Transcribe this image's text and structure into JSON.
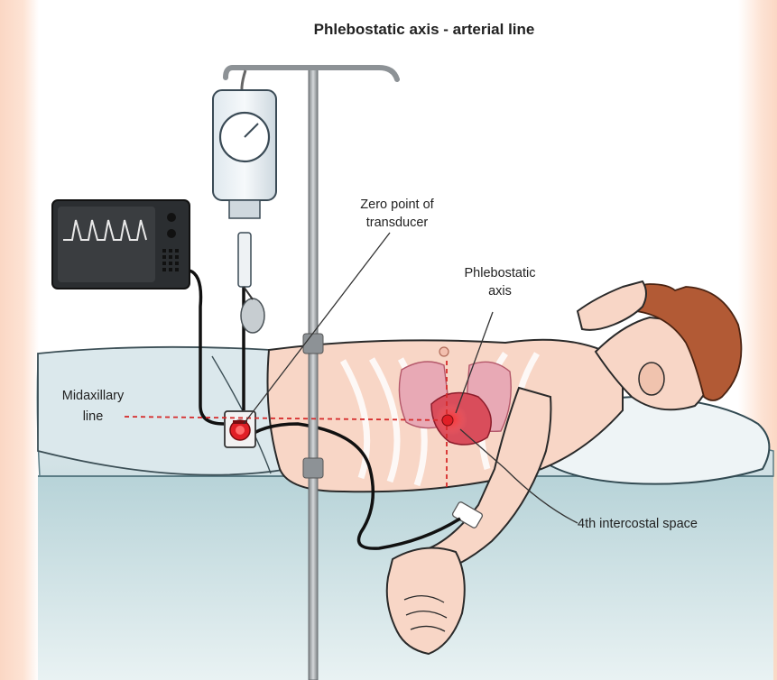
{
  "diagram": {
    "title": "Phlebostatic axis - arterial line",
    "labels": {
      "zero_point_line1": "Zero point of",
      "zero_point_line2": "transducer",
      "phlebostatic_line1": "Phlebostatic",
      "phlebostatic_line2": "axis",
      "midaxillary_line1": "Midaxillary",
      "midaxillary_line2": "line",
      "intercostal": "4th intercostal space"
    }
  },
  "colors": {
    "background_edge": "#fbd7c4",
    "bed": "#d8e7ea",
    "bed_side": "#a8c6cc",
    "skin": "#f8d6c6",
    "hair": "#b25a35",
    "transducer": "#e11f26",
    "guide_line": "#d62b2b",
    "pole": "#9a9fa3",
    "monitor": "#2b2e31"
  },
  "icons": [
    "monitor-icon",
    "iv-bag-icon",
    "iv-pole-icon",
    "transducer-icon",
    "patient-illustration",
    "heart-icon",
    "pillow-icon",
    "hospital-bed-icon"
  ]
}
